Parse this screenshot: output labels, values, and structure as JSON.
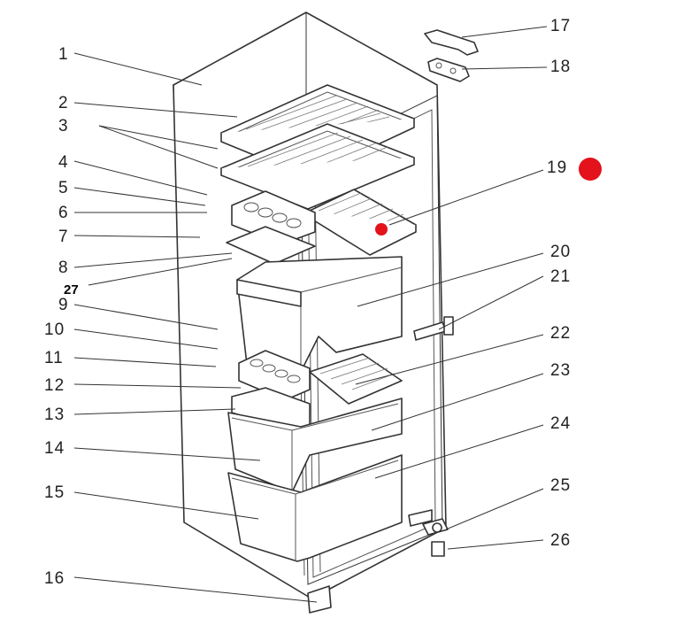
{
  "diagram": {
    "labels_left": [
      "1",
      "2",
      "3",
      "4",
      "5",
      "6",
      "7",
      "8",
      "9",
      "10",
      "11",
      "12",
      "13",
      "14",
      "15",
      "16"
    ],
    "label_bold": "27",
    "labels_right": [
      "17",
      "18",
      "19",
      "20",
      "21",
      "22",
      "23",
      "24",
      "25",
      "26"
    ],
    "colors": {
      "marker": "#e3121b",
      "line": "#333333",
      "text": "#222222"
    }
  }
}
